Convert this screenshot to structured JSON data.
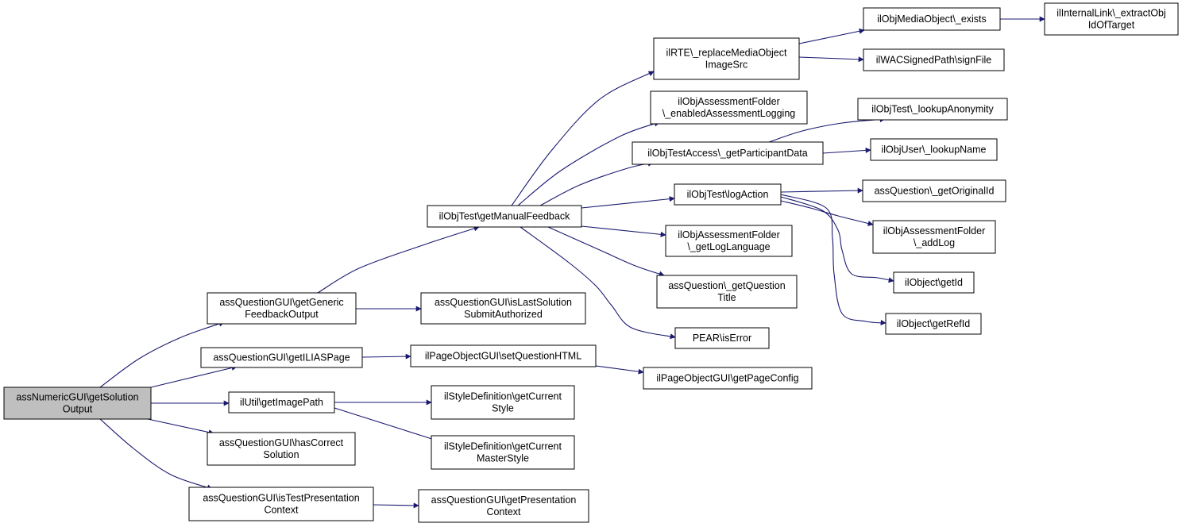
{
  "diagram": {
    "edge_color": "#191970",
    "root_fill": "#bfbfbf",
    "nodes": [
      {
        "id": "root",
        "lines": [
          "assNumericGUI\\getSolution",
          "Output"
        ],
        "root": true
      },
      {
        "id": "genericFeedback",
        "lines": [
          "assQuestionGUI\\getGeneric",
          "FeedbackOutput"
        ]
      },
      {
        "id": "getILIASPage",
        "lines": [
          "assQuestionGUI\\getILIASPage"
        ]
      },
      {
        "id": "getImagePath",
        "lines": [
          "ilUtil\\getImagePath"
        ]
      },
      {
        "id": "hasCorrect",
        "lines": [
          "assQuestionGUI\\hasCorrect",
          "Solution"
        ]
      },
      {
        "id": "isTestPresentation",
        "lines": [
          "assQuestionGUI\\isTestPresentation",
          "Context"
        ]
      },
      {
        "id": "getManualFeedback",
        "lines": [
          "ilObjTest\\getManualFeedback"
        ]
      },
      {
        "id": "isLastSolution",
        "lines": [
          "assQuestionGUI\\isLastSolution",
          "SubmitAuthorized"
        ]
      },
      {
        "id": "setQuestionHTML",
        "lines": [
          "ilPageObjectGUI\\setQuestionHTML"
        ]
      },
      {
        "id": "getCurrentStyle",
        "lines": [
          "ilStyleDefinition\\getCurrent",
          "Style"
        ]
      },
      {
        "id": "getCurrentMasterStyle",
        "lines": [
          "ilStyleDefinition\\getCurrent",
          "MasterStyle"
        ]
      },
      {
        "id": "getPresentationContext",
        "lines": [
          "assQuestionGUI\\getPresentation",
          "Context"
        ]
      },
      {
        "id": "replaceMedia",
        "lines": [
          "ilRTE\\_replaceMediaObject",
          "ImageSrc"
        ]
      },
      {
        "id": "enabledLogging",
        "lines": [
          "ilObjAssessmentFolder",
          "\\_enabledAssessmentLogging"
        ]
      },
      {
        "id": "getParticipantData",
        "lines": [
          "ilObjTestAccess\\_getParticipantData"
        ]
      },
      {
        "id": "logAction",
        "lines": [
          "ilObjTest\\logAction"
        ]
      },
      {
        "id": "getLogLanguage",
        "lines": [
          "ilObjAssessmentFolder",
          "\\_getLogLanguage"
        ]
      },
      {
        "id": "getQuestionTitle",
        "lines": [
          "assQuestion\\_getQuestion",
          "Title"
        ]
      },
      {
        "id": "isError",
        "lines": [
          "PEAR\\isError"
        ]
      },
      {
        "id": "getPageConfig",
        "lines": [
          "ilPageObjectGUI\\getPageConfig"
        ]
      },
      {
        "id": "mediaExists",
        "lines": [
          "ilObjMediaObject\\_exists"
        ]
      },
      {
        "id": "signFile",
        "lines": [
          "ilWACSignedPath\\signFile"
        ]
      },
      {
        "id": "lookupAnonymity",
        "lines": [
          "ilObjTest\\_lookupAnonymity"
        ]
      },
      {
        "id": "lookupName",
        "lines": [
          "ilObjUser\\_lookupName"
        ]
      },
      {
        "id": "getOriginalId",
        "lines": [
          "assQuestion\\_getOriginalId"
        ]
      },
      {
        "id": "addLog",
        "lines": [
          "ilObjAssessmentFolder",
          "\\_addLog"
        ]
      },
      {
        "id": "getId",
        "lines": [
          "ilObject\\getId"
        ]
      },
      {
        "id": "getRefId",
        "lines": [
          "ilObject\\getRefId"
        ]
      },
      {
        "id": "extractObjId",
        "lines": [
          "ilInternalLink\\_extractObj",
          "IdOfTarget"
        ]
      }
    ],
    "edges": [
      [
        "root",
        "genericFeedback"
      ],
      [
        "root",
        "getILIASPage"
      ],
      [
        "root",
        "getImagePath"
      ],
      [
        "root",
        "hasCorrect"
      ],
      [
        "root",
        "isTestPresentation"
      ],
      [
        "genericFeedback",
        "getManualFeedback"
      ],
      [
        "genericFeedback",
        "isLastSolution"
      ],
      [
        "getILIASPage",
        "setQuestionHTML"
      ],
      [
        "getImagePath",
        "getCurrentStyle"
      ],
      [
        "getImagePath",
        "getCurrentMasterStyle"
      ],
      [
        "isTestPresentation",
        "getPresentationContext"
      ],
      [
        "getManualFeedback",
        "replaceMedia"
      ],
      [
        "getManualFeedback",
        "enabledLogging"
      ],
      [
        "getManualFeedback",
        "getParticipantData"
      ],
      [
        "getManualFeedback",
        "logAction"
      ],
      [
        "getManualFeedback",
        "getLogLanguage"
      ],
      [
        "getManualFeedback",
        "getQuestionTitle"
      ],
      [
        "getManualFeedback",
        "isError"
      ],
      [
        "setQuestionHTML",
        "getPageConfig"
      ],
      [
        "replaceMedia",
        "mediaExists"
      ],
      [
        "replaceMedia",
        "signFile"
      ],
      [
        "mediaExists",
        "extractObjId"
      ],
      [
        "getParticipantData",
        "lookupAnonymity"
      ],
      [
        "getParticipantData",
        "lookupName"
      ],
      [
        "logAction",
        "getOriginalId"
      ],
      [
        "logAction",
        "addLog"
      ],
      [
        "logAction",
        "getId"
      ],
      [
        "logAction",
        "getRefId"
      ]
    ]
  }
}
